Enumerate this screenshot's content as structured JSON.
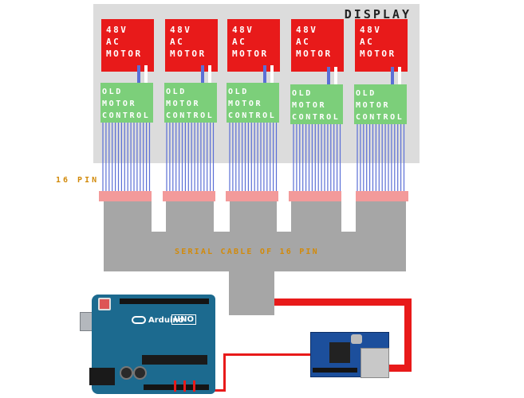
{
  "display": {
    "title": "DISPLAY"
  },
  "motors": [
    {
      "line1": "48V",
      "line2": "AC",
      "line3": "MOTOR"
    },
    {
      "line1": "48V",
      "line2": "AC",
      "line3": "MOTOR"
    },
    {
      "line1": "48V",
      "line2": "AC",
      "line3": "MOTOR"
    },
    {
      "line1": "48V",
      "line2": "AC",
      "line3": "MOTOR"
    },
    {
      "line1": "48V",
      "line2": "AC",
      "line3": "MOTOR"
    }
  ],
  "controls": [
    {
      "line1": "OLD",
      "line2": "MOTOR",
      "line3": "CONTROL"
    },
    {
      "line1": "OLD",
      "line2": "MOTOR",
      "line3": "CONTROL"
    },
    {
      "line1": "OLD",
      "line2": "MOTOR",
      "line3": "CONTROL"
    },
    {
      "line1": "OLD",
      "line2": "MOTOR",
      "line3": "CONTROL"
    },
    {
      "line1": "OLD",
      "line2": "MOTOR",
      "line3": "CONTROL"
    }
  ],
  "pin_label": "16 PIN",
  "cable_label": "SERIAL CABLE OF 16 PIN",
  "arduino": {
    "brand": "Arduino",
    "model": "UNO"
  },
  "colors": {
    "motor": "#e81a1a",
    "control": "#7ccf7a",
    "wire": "#5b6fd6",
    "connector": "#f39a9a",
    "cable": "#a6a6a6",
    "board": "#1c6a8f",
    "link": "#e81a1a"
  }
}
